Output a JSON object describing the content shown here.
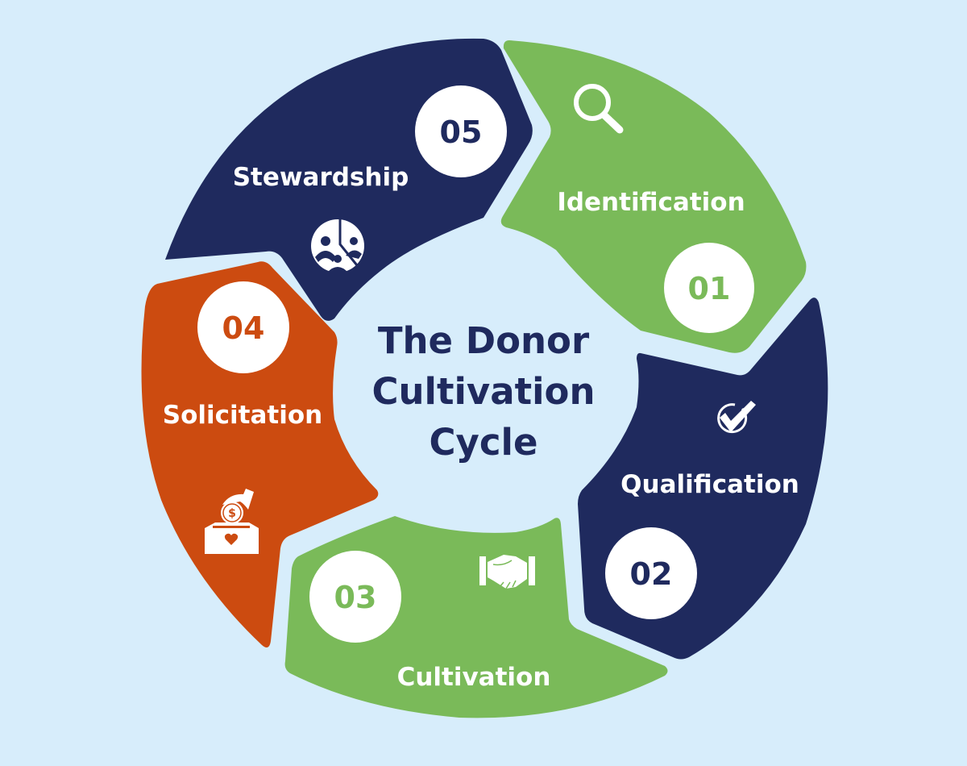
{
  "title": {
    "lines": [
      "The Donor",
      "Cultivation",
      "Cycle"
    ],
    "color": "#1f2a5e"
  },
  "colors": {
    "background": "#d7edfb",
    "navy": "#1f2a5e",
    "green": "#7aba59",
    "orange": "#cc4b10",
    "white": "#ffffff"
  },
  "steps": [
    {
      "number": "01",
      "label": "Identification",
      "icon": "magnifying-glass-icon",
      "color": "#7aba59"
    },
    {
      "number": "02",
      "label": "Qualification",
      "icon": "check-circle-icon",
      "color": "#1f2a5e"
    },
    {
      "number": "03",
      "label": "Cultivation",
      "icon": "handshake-icon",
      "color": "#7aba59"
    },
    {
      "number": "04",
      "label": "Solicitation",
      "icon": "donation-box-icon",
      "color": "#cc4b10"
    },
    {
      "number": "05",
      "label": "Stewardship",
      "icon": "people-pie-chart-icon",
      "color": "#1f2a5e"
    }
  ]
}
